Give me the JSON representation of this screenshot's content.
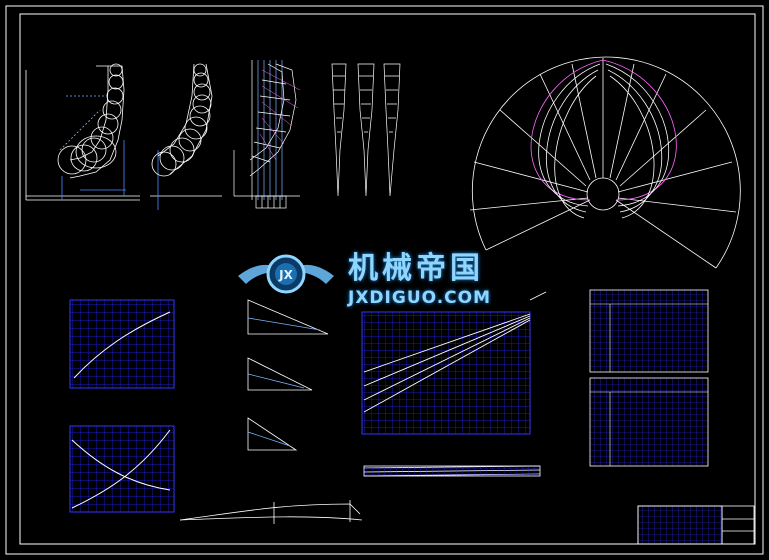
{
  "watermark": {
    "title_cn": "机械帝国",
    "domain": "JXDIGUO.COM",
    "logo_letters": "JX"
  },
  "colors": {
    "background": "#000000",
    "frame": "#ffffff",
    "grid": "#1a1aff",
    "curve_white": "#ffffff",
    "curve_magenta": "#ff55ff",
    "watermark": "#8fd6ff"
  }
}
